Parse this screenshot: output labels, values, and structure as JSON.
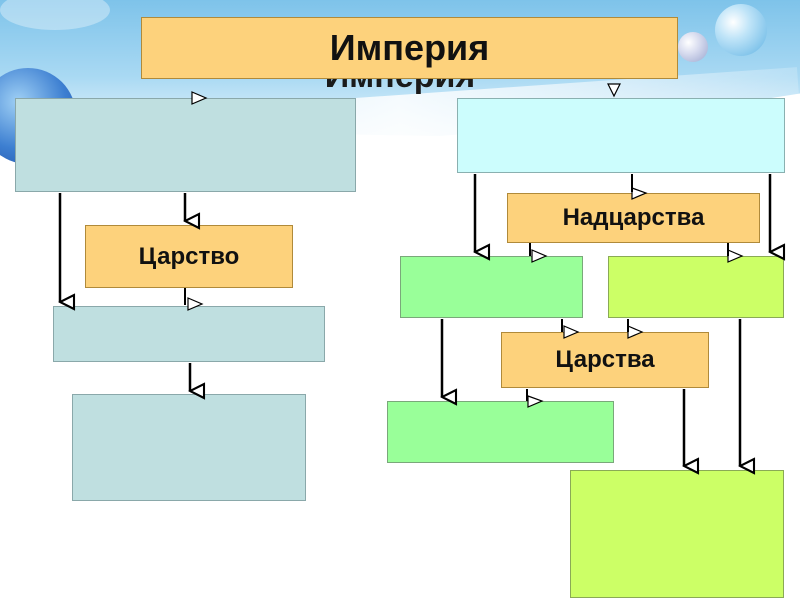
{
  "title": "Империя",
  "labels": {
    "kingdom_left": "Царство",
    "superkingdoms": "Надцарства",
    "kingdoms_right": "Царства"
  },
  "colors": {
    "orange": "#fdd27c",
    "teal": "#bfdfe0",
    "cyan": "#ccfdfd",
    "green": "#99ff99",
    "lime": "#ccff66"
  }
}
